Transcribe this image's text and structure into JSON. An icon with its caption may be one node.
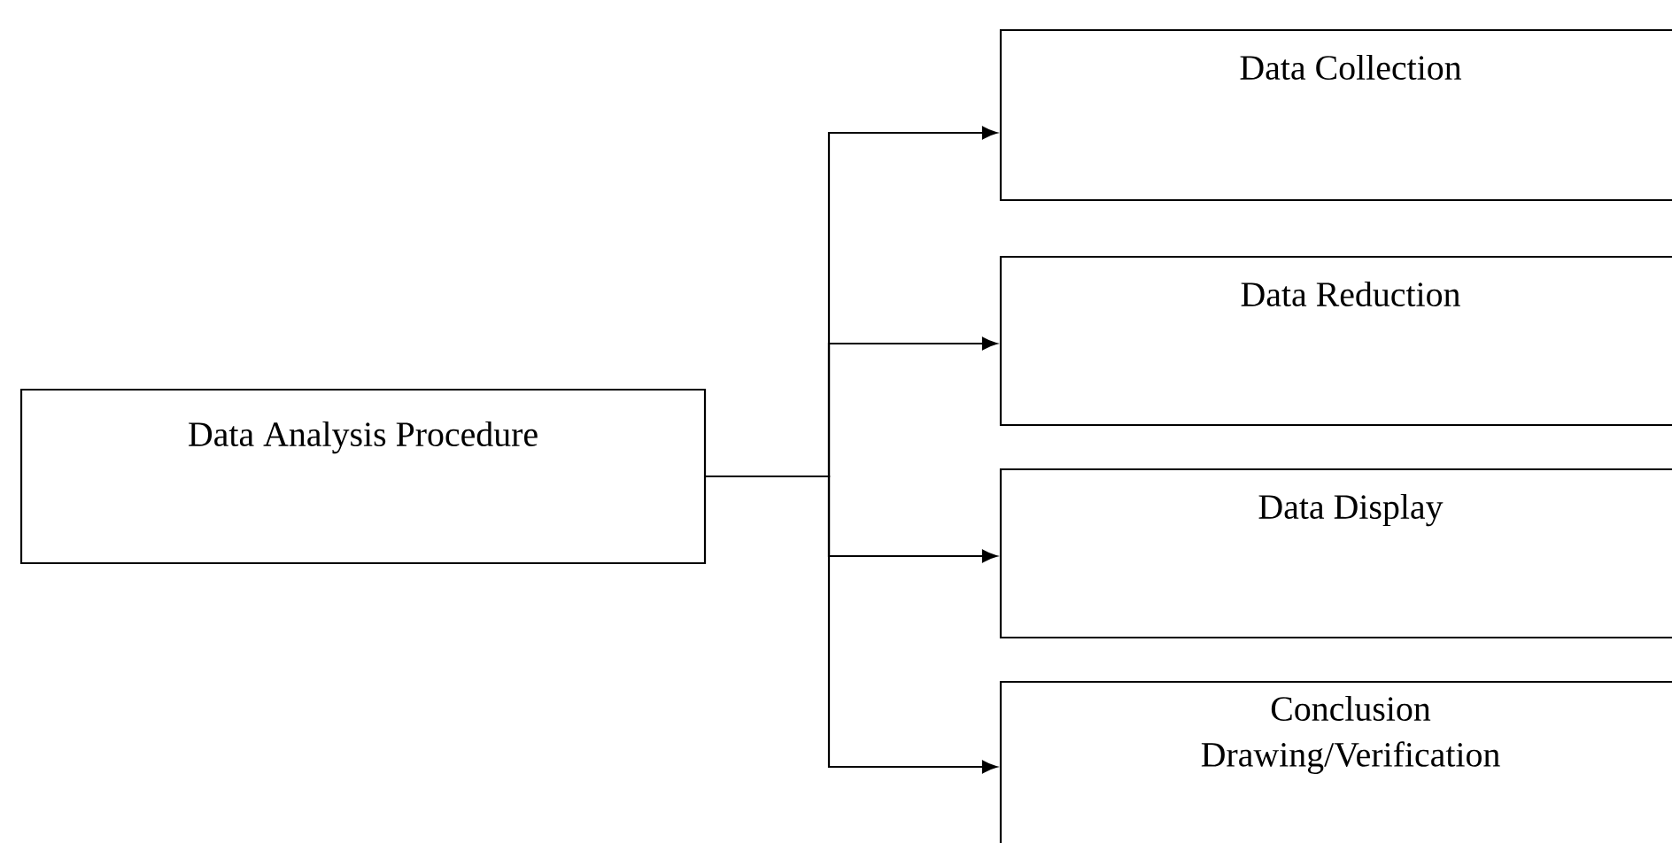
{
  "diagram": {
    "nodes": [
      {
        "text": [
          "Data Analysis Procedure"
        ]
      },
      {
        "text": [
          "Data Collection"
        ]
      },
      {
        "text": [
          "Data Reduction"
        ]
      },
      {
        "text": [
          "Data Display"
        ]
      },
      {
        "text": [
          "Conclusion Drawing/Verification"
        ]
      }
    ],
    "edges": [
      {
        "from": 0,
        "to": 1,
        "arrow": "to"
      },
      {
        "from": 0,
        "to": 2,
        "arrow": "to"
      },
      {
        "from": 0,
        "to": 3,
        "arrow": "to"
      },
      {
        "from": 0,
        "to": 4,
        "arrow": "to"
      }
    ]
  }
}
